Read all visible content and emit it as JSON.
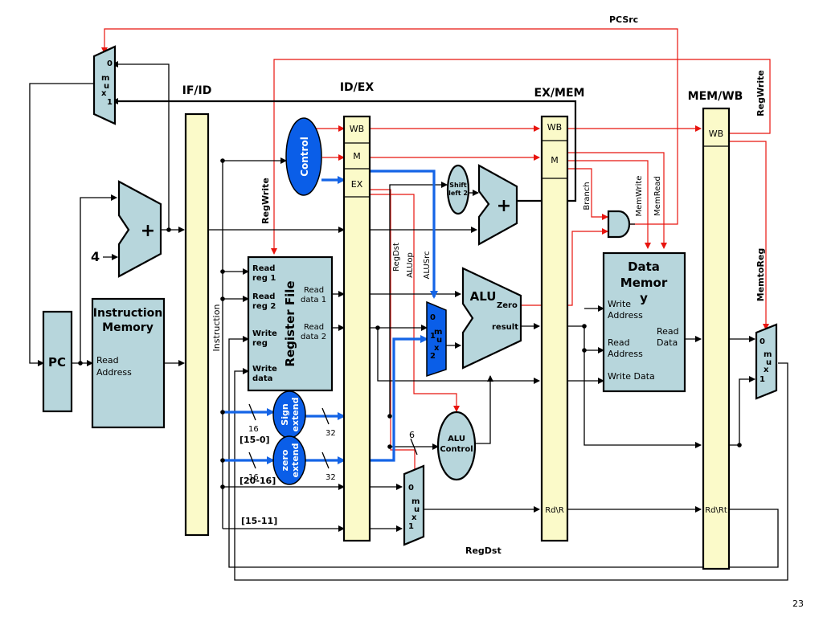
{
  "stages": {
    "if_id": "IF/ID",
    "id_ex": "ID/EX",
    "ex_mem": "EX/MEM",
    "mem_wb": "MEM/WB"
  },
  "pipe_fields": {
    "wb": "WB",
    "m": "M",
    "ex": "EX",
    "rd_ex_mem": "Rd\\R",
    "rd_mem_wb": "Rd\\Rt"
  },
  "blocks": {
    "pc": "PC",
    "instr_mem_title1": "Instruction",
    "instr_mem_title2": "Memory",
    "instr_mem_port1": "Read",
    "instr_mem_port2": "Address",
    "const_four": "4",
    "plus": "+",
    "control": "Control",
    "shift_left_1": "Shift",
    "shift_left_2": "left 2",
    "regfile_title": "Register File",
    "rf_read_reg1_a": "Read",
    "rf_read_reg1_b": "reg 1",
    "rf_read_reg2_a": "Read",
    "rf_read_reg2_b": "reg 2",
    "rf_write_reg_a": "Write",
    "rf_write_reg_b": "reg",
    "rf_write_data_a": "Write",
    "rf_write_data_b": "data",
    "rf_read_data1_a": "Read",
    "rf_read_data1_b": "data 1",
    "rf_read_data2_a": "Read",
    "rf_read_data2_b": "data 2",
    "sign_extend_a": "Sign",
    "sign_extend_b": "extend",
    "zero_extend_a": "zero",
    "zero_extend_b": "extend",
    "alu": "ALU",
    "alu_zero": "Zero",
    "alu_result": "result",
    "alu_control_a": "ALU",
    "alu_control_b": "Control",
    "dmem_title1": "Data",
    "dmem_title2": "Memor",
    "dmem_title3": "y",
    "dmem_write_addr_a": "Write",
    "dmem_write_addr_b": "Address",
    "dmem_read_addr_a": "Read",
    "dmem_read_addr_b": "Address",
    "dmem_read_data_a": "Read",
    "dmem_read_data_b": "Data",
    "dmem_write_data": "Write Data"
  },
  "mux": {
    "zero": "0",
    "one": "1",
    "m": "m",
    "u": "u",
    "x": "x"
  },
  "signals": {
    "pcsrc": "PCSrc",
    "regwrite_left": "RegWrite",
    "regwrite_right": "RegWrite",
    "memtoreg": "MemtoReg",
    "regdst_ctrl": "RegDst",
    "aluop": "ALUop",
    "alusrc": "ALUSrc",
    "branch": "Branch",
    "memwrite": "MemWrite",
    "memread": "MemRead",
    "regdst_bottom": "RegDst",
    "instruction": "Instruction"
  },
  "bus_labels": {
    "w16_a": "16",
    "w16_b": "16",
    "w32_a": "32",
    "w32_b": "32",
    "w6": "6",
    "f15_0": "[15-0]",
    "f20_16": "[20-16]",
    "f15_11": "[15-11]"
  },
  "page_number": "23",
  "colors": {
    "block_fill": "#b7d6dc",
    "pipeline_register_fill": "#fbfac9",
    "control_blue": "#0a5ee8",
    "control_signal_red": "#e8140e",
    "immediate_bus_blue": "#1464e6"
  }
}
